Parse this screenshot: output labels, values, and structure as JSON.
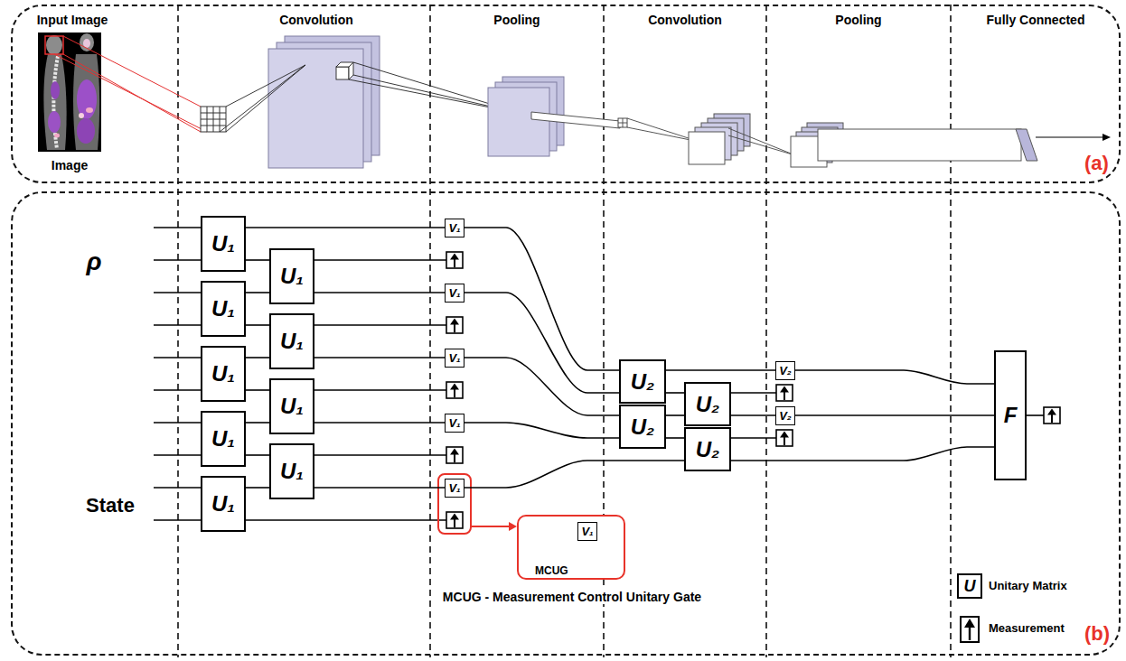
{
  "diagram": {
    "nodes": [
      {
        "text": [
          "(a)"
        ]
      },
      {
        "text": [
          "(b)"
        ]
      },
      {
        "text": [
          "U₁"
        ],
        "in": 1
      },
      {
        "text": [
          "U₁"
        ],
        "in": 1
      },
      {
        "text": [
          "U₁"
        ],
        "in": 1
      },
      {
        "text": [
          "U₁"
        ],
        "in": 1
      },
      {
        "text": [
          "U₁"
        ],
        "in": 1
      },
      {
        "text": [
          "U₁"
        ],
        "in": 1
      },
      {
        "text": [
          "U₁"
        ],
        "in": 1
      },
      {
        "text": [
          "U₁"
        ],
        "in": 1
      },
      {
        "text": [
          "U₁"
        ],
        "in": 1
      },
      {
        "text": [
          "V₁"
        ],
        "in": 1
      },
      {
        "text": [
          "V₁"
        ],
        "in": 1
      },
      {
        "text": [
          "V₁"
        ],
        "in": 1
      },
      {
        "text": [
          "V₁"
        ],
        "in": 1
      },
      {
        "text": [
          "V₁"
        ],
        "in": 1
      },
      {
        "text": [
          "U₂"
        ],
        "in": 1
      },
      {
        "text": [
          "U₂"
        ],
        "in": 1
      },
      {
        "text": [
          "U₂"
        ],
        "in": 1
      },
      {
        "text": [
          "U₂"
        ],
        "in": 1
      },
      {
        "text": [
          "V₂"
        ],
        "in": 1
      },
      {
        "text": [
          "V₂"
        ],
        "in": 1
      },
      {
        "text": [
          "F"
        ],
        "in": 1
      },
      {
        "text": [
          "MCUG"
        ],
        "in": 1
      },
      {
        "text": [
          "V₁"
        ],
        "in": 23
      }
    ],
    "edges": [
      {
        "from": 2,
        "to": 11,
        "arrow": "none"
      },
      {
        "from": 2,
        "to": 7,
        "arrow": "none"
      },
      {
        "from": 3,
        "to": 7,
        "arrow": "none"
      },
      {
        "from": 7,
        "to": 12,
        "arrow": "none"
      },
      {
        "from": 3,
        "to": 8,
        "arrow": "none"
      },
      {
        "from": 4,
        "to": 8,
        "arrow": "none"
      },
      {
        "from": 8,
        "to": 13,
        "arrow": "none"
      },
      {
        "from": 4,
        "to": 9,
        "arrow": "none"
      },
      {
        "from": 5,
        "to": 9,
        "arrow": "none"
      },
      {
        "from": 9,
        "to": 14,
        "arrow": "none"
      },
      {
        "from": 5,
        "to": 10,
        "arrow": "none"
      },
      {
        "from": 6,
        "to": 10,
        "arrow": "none"
      },
      {
        "from": 10,
        "to": 15,
        "arrow": "none"
      },
      {
        "from": 11,
        "to": 16,
        "arrow": "none"
      },
      {
        "from": 12,
        "to": 16,
        "arrow": "none"
      },
      {
        "from": 13,
        "to": 18,
        "arrow": "none"
      },
      {
        "from": 14,
        "to": 18,
        "arrow": "none"
      },
      {
        "from": 15,
        "to": 19,
        "arrow": "none"
      },
      {
        "from": 16,
        "to": 20,
        "arrow": "none"
      },
      {
        "from": 16,
        "to": 17,
        "arrow": "none"
      },
      {
        "from": 18,
        "to": 17,
        "arrow": "none"
      },
      {
        "from": 17,
        "to": 21,
        "arrow": "none"
      },
      {
        "from": 18,
        "to": 19,
        "arrow": "none"
      },
      {
        "from": 19,
        "to": 22,
        "arrow": "none"
      },
      {
        "from": 20,
        "to": 22,
        "arrow": "none"
      },
      {
        "from": 21,
        "to": 22,
        "arrow": "none"
      }
    ],
    "labels": [
      "Input Image",
      "Image",
      "Convolution",
      "Pooling",
      "Convolution",
      "Pooling",
      "Fully Connected",
      "ρ",
      "State",
      "MCUG - Measurement Control Unitary Gate",
      "U"
    ],
    "legend": [
      {
        "text": "Unitary Matrix"
      },
      {
        "text": "Measurement"
      }
    ]
  }
}
